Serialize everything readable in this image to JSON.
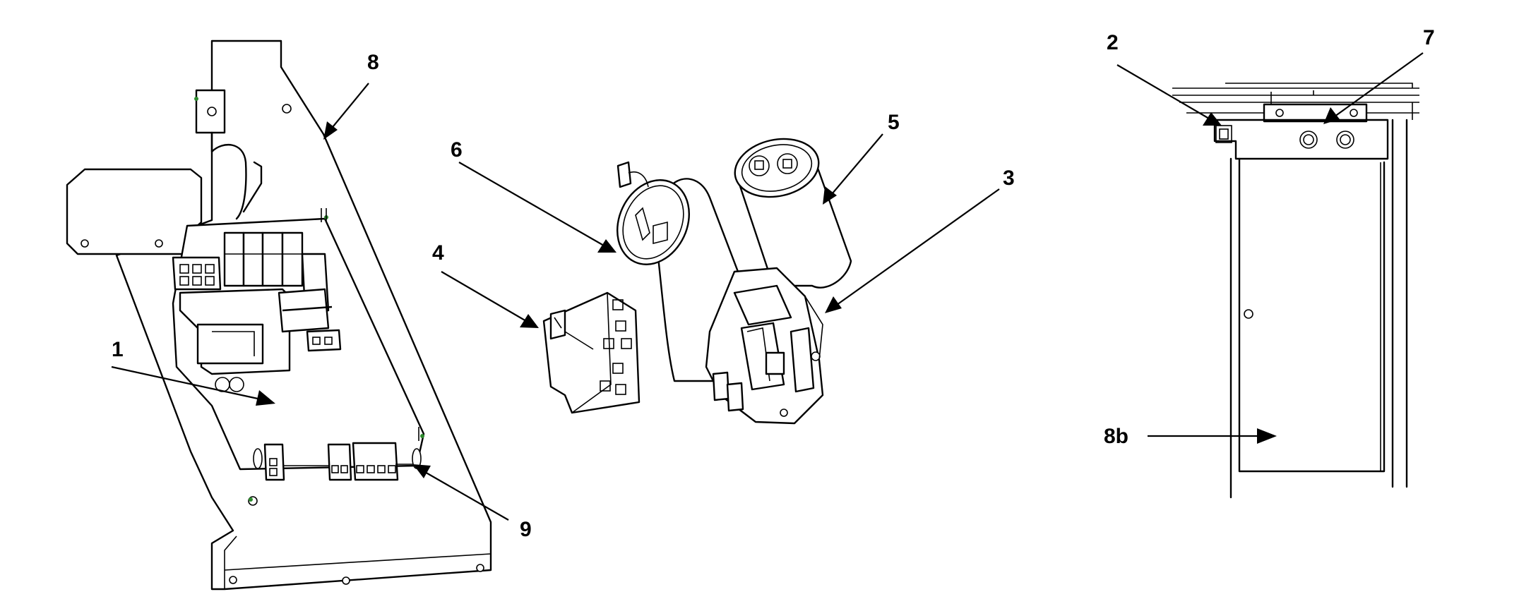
{
  "callouts": {
    "c1": "1",
    "c2": "2",
    "c3": "3",
    "c4": "4",
    "c5": "5",
    "c6": "6",
    "c7": "7",
    "c8": "8",
    "c8b": "8b",
    "c9": "9"
  },
  "colors": {
    "line": "#000000",
    "background": "#ffffff",
    "marker": "#2d8a2d"
  }
}
